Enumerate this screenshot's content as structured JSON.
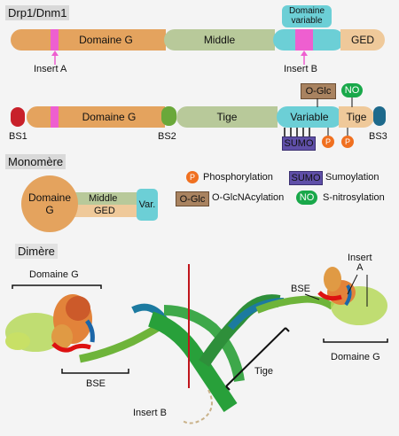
{
  "sections": {
    "drp1": "Drp1/Dnm1",
    "monomer": "Monomère",
    "dimer": "Dimère"
  },
  "bar1": {
    "domaine_g": "Domaine G",
    "middle": "Middle",
    "variable_line1": "Domaine",
    "variable_line2": "variable",
    "ged": "GED",
    "insert_a": "Insert A",
    "insert_b": "Insert B"
  },
  "bar2": {
    "domaine_g": "Domaine G",
    "tige_main": "Tige",
    "variable": "Variable",
    "tige_right": "Tige",
    "bs1": "BS1",
    "bs2": "BS2",
    "bs3": "BS3",
    "oglc": "O-Glc",
    "no": "NO",
    "sumo": "SUMO",
    "p": "P"
  },
  "monomer": {
    "domaine_g_line1": "Domaine",
    "domaine_g_line2": "G",
    "middle": "Middle",
    "ged": "GED",
    "var": "Var."
  },
  "legend": {
    "p_badge": "P",
    "phosphorylation": "Phosphorylation",
    "sumo_badge": "SUMO",
    "sumoylation": "Sumoylation",
    "oglc_badge": "O-Glc",
    "oglcnac": "O-GlcNAcylation",
    "no_badge": "NO",
    "snitro": "S-nitrosylation"
  },
  "dimer": {
    "domaine_g_left": "Domaine G",
    "bse_left": "BSE",
    "insert_b": "Insert B",
    "tige": "Tige",
    "bse_right": "BSE",
    "insert_a_line1": "Insert",
    "insert_a_line2": "A",
    "domaine_g_right": "Domaine G"
  },
  "colors": {
    "domaine_g": "#e4a35e",
    "middle": "#b8c99a",
    "variable": "#6ccfd6",
    "insert": "#ee5fd0",
    "ged": "#efc99a",
    "bs1": "#c8202a",
    "bs2": "#6aa83a",
    "bs3": "#1e6a8c",
    "sumo": "#5f4fa8",
    "oglc": "#a98360",
    "no": "#19a84a",
    "p": "#f07020"
  }
}
